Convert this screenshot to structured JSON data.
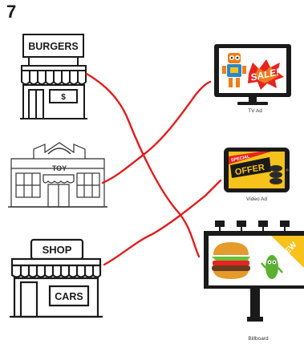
{
  "question_number": "7",
  "stores": {
    "burgers": {
      "sign": "BURGERS",
      "door_sign": "$"
    },
    "toy": {
      "sign": "TOY"
    },
    "cars": {
      "top_sign": "SHOP",
      "bottom_sign": "CARS"
    }
  },
  "ads": {
    "tv": {
      "caption": "TV Ad",
      "screen_text": "SALE!"
    },
    "video": {
      "caption": "Video Ad",
      "banner_top": "SPECIAL",
      "banner_main": "OFFER"
    },
    "billboard": {
      "caption": "Billboard",
      "corner_text": "NEW"
    }
  },
  "connections": [
    {
      "from": "burgers",
      "to": "billboard"
    },
    {
      "from": "toy",
      "to": "tv"
    },
    {
      "from": "cars",
      "to": "video"
    }
  ],
  "colors": {
    "line": "#e01e1e",
    "ink": "#1a1a1a",
    "yellow": "#f7c21b",
    "orange": "#f07d18"
  }
}
